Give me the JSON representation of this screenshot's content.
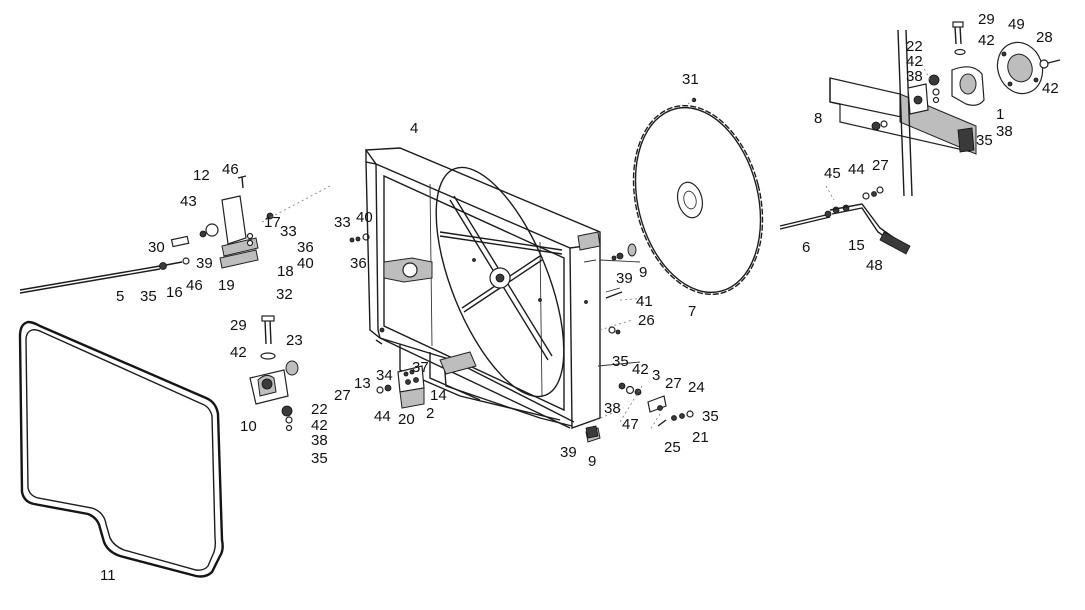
{
  "diagram": {
    "callouts": [
      "1",
      "2",
      "3",
      "4",
      "5",
      "6",
      "7",
      "8",
      "9",
      "9",
      "10",
      "11",
      "12",
      "13",
      "14",
      "15",
      "16",
      "17",
      "18",
      "19",
      "20",
      "21",
      "22",
      "22",
      "23",
      "24",
      "25",
      "26",
      "27",
      "27",
      "27",
      "28",
      "29",
      "29",
      "30",
      "31",
      "32",
      "33",
      "33",
      "34",
      "35",
      "35",
      "35",
      "35",
      "35",
      "36",
      "36",
      "37",
      "38",
      "38",
      "38",
      "38",
      "39",
      "39",
      "39",
      "40",
      "40",
      "41",
      "42",
      "42",
      "42",
      "42",
      "42",
      "42",
      "43",
      "44",
      "44",
      "45",
      "46",
      "46",
      "47",
      "48",
      "49"
    ]
  }
}
